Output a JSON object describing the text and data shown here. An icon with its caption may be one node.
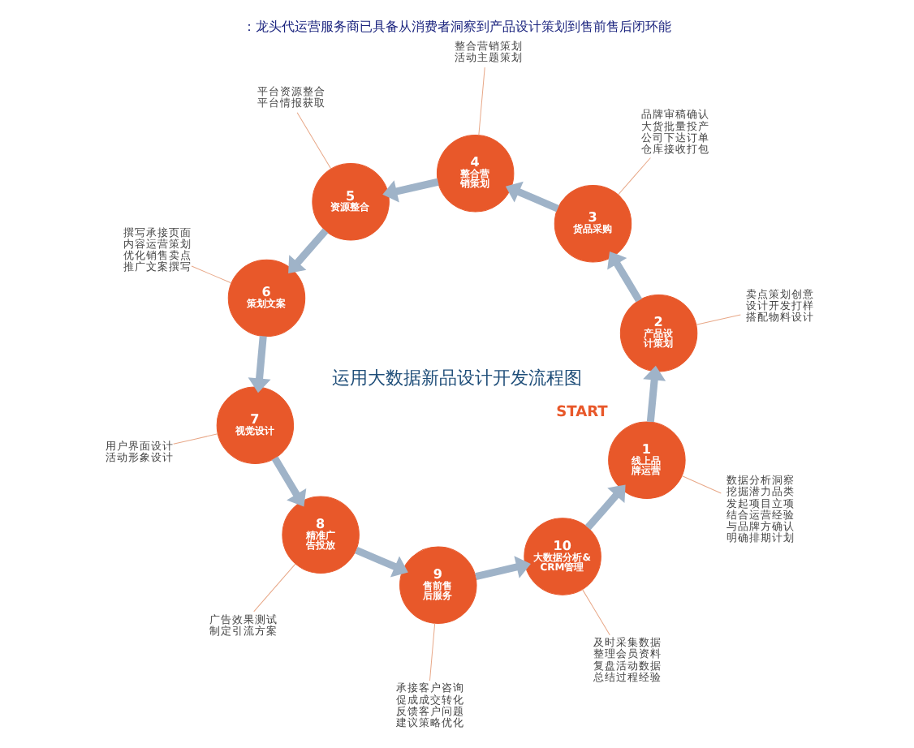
{
  "diagram": {
    "title": "：龙头代运营服务商已具备从消费者洞察到产品设计策划到售前售后闭环能",
    "nodes": [
      {
        "text": [
          "1",
          "线上品牌运营"
        ],
        "beside": [
          "START"
        ]
      },
      {
        "text": [
          "2",
          "产品设计策划"
        ]
      },
      {
        "text": [
          "3",
          "货品采购"
        ]
      },
      {
        "text": [
          "4",
          "整合营销策划"
        ]
      },
      {
        "text": [
          "5",
          "资源整合"
        ]
      },
      {
        "text": [
          "6",
          "策划文案"
        ]
      },
      {
        "text": [
          "7",
          "视觉设计"
        ]
      },
      {
        "text": [
          "8",
          "精准广告投放"
        ]
      },
      {
        "text": [
          "9",
          "售前售后服务"
        ]
      },
      {
        "text": [
          "10",
          "大数据分析&CRM管理"
        ]
      },
      {
        "text": [
          "数据分析洞察",
          "挖掘潜力品类",
          "发起项目立项",
          "结合运营经验",
          "与品牌方确认",
          "明确排期计划"
        ]
      },
      {
        "text": [
          "卖点策划创意",
          "设计开发打样",
          "搭配物料设计"
        ]
      },
      {
        "text": [
          "品牌审稿确认",
          "大货批量投产",
          "公司下达订单",
          "仓库接收打包"
        ]
      },
      {
        "text": [
          "整合营销策划",
          "活动主题策划"
        ]
      },
      {
        "text": [
          "平台资源整合",
          "平台情报获取"
        ]
      },
      {
        "text": [
          "撰写承接页面",
          "内容运营策划",
          "优化销售卖点",
          "推广文案撰写"
        ]
      },
      {
        "text": [
          "用户界面设计",
          "活动形象设计"
        ]
      },
      {
        "text": [
          "广告效果测试",
          "制定引流方案"
        ]
      },
      {
        "text": [
          "承接客户咨询",
          "促成成交转化",
          "反馈客户问题",
          "建议策略优化"
        ]
      },
      {
        "text": [
          "及时采集数据",
          "整理会员资料",
          "复盘活动数据",
          "总结过程经验"
        ]
      }
    ],
    "edges": [
      {
        "from": 0,
        "to": 1,
        "arrow": "to",
        "style": "thick",
        "color": "#9fb3c8"
      },
      {
        "from": 1,
        "to": 2,
        "arrow": "to",
        "style": "thick",
        "color": "#9fb3c8"
      },
      {
        "from": 2,
        "to": 3,
        "arrow": "to",
        "style": "thick",
        "color": "#9fb3c8"
      },
      {
        "from": 3,
        "to": 4,
        "arrow": "to",
        "style": "thick",
        "color": "#9fb3c8"
      },
      {
        "from": 4,
        "to": 5,
        "arrow": "to",
        "style": "thick",
        "color": "#9fb3c8"
      },
      {
        "from": 5,
        "to": 6,
        "arrow": "to",
        "style": "thick",
        "color": "#9fb3c8"
      },
      {
        "from": 6,
        "to": 7,
        "arrow": "to",
        "style": "thick",
        "color": "#9fb3c8"
      },
      {
        "from": 7,
        "to": 8,
        "arrow": "to",
        "style": "thick",
        "color": "#9fb3c8"
      },
      {
        "from": 8,
        "to": 9,
        "arrow": "to",
        "style": "thick",
        "color": "#9fb3c8"
      },
      {
        "from": 9,
        "to": 0,
        "arrow": "to",
        "style": "thick",
        "color": "#9fb3c8"
      },
      {
        "from": 10,
        "to": 0,
        "arrow": "none",
        "color": "#e8a888"
      },
      {
        "from": 11,
        "to": 1,
        "arrow": "none",
        "color": "#e8a888"
      },
      {
        "from": 12,
        "to": 2,
        "arrow": "none",
        "color": "#e8a888"
      },
      {
        "from": 13,
        "to": 3,
        "arrow": "none",
        "color": "#e8a888"
      },
      {
        "from": 14,
        "to": 4,
        "arrow": "none",
        "color": "#e8a888"
      },
      {
        "from": 15,
        "to": 5,
        "arrow": "none",
        "color": "#e8a888"
      },
      {
        "from": 16,
        "to": 6,
        "arrow": "none",
        "color": "#e8a888"
      },
      {
        "from": 17,
        "to": 7,
        "arrow": "none",
        "color": "#e8a888"
      },
      {
        "from": 18,
        "to": 8,
        "arrow": "none",
        "color": "#e8a888"
      },
      {
        "from": 19,
        "to": 9,
        "arrow": "none",
        "color": "#e8a888"
      }
    ],
    "labels": [
      "运用大数据新品设计开发流程图"
    ]
  }
}
